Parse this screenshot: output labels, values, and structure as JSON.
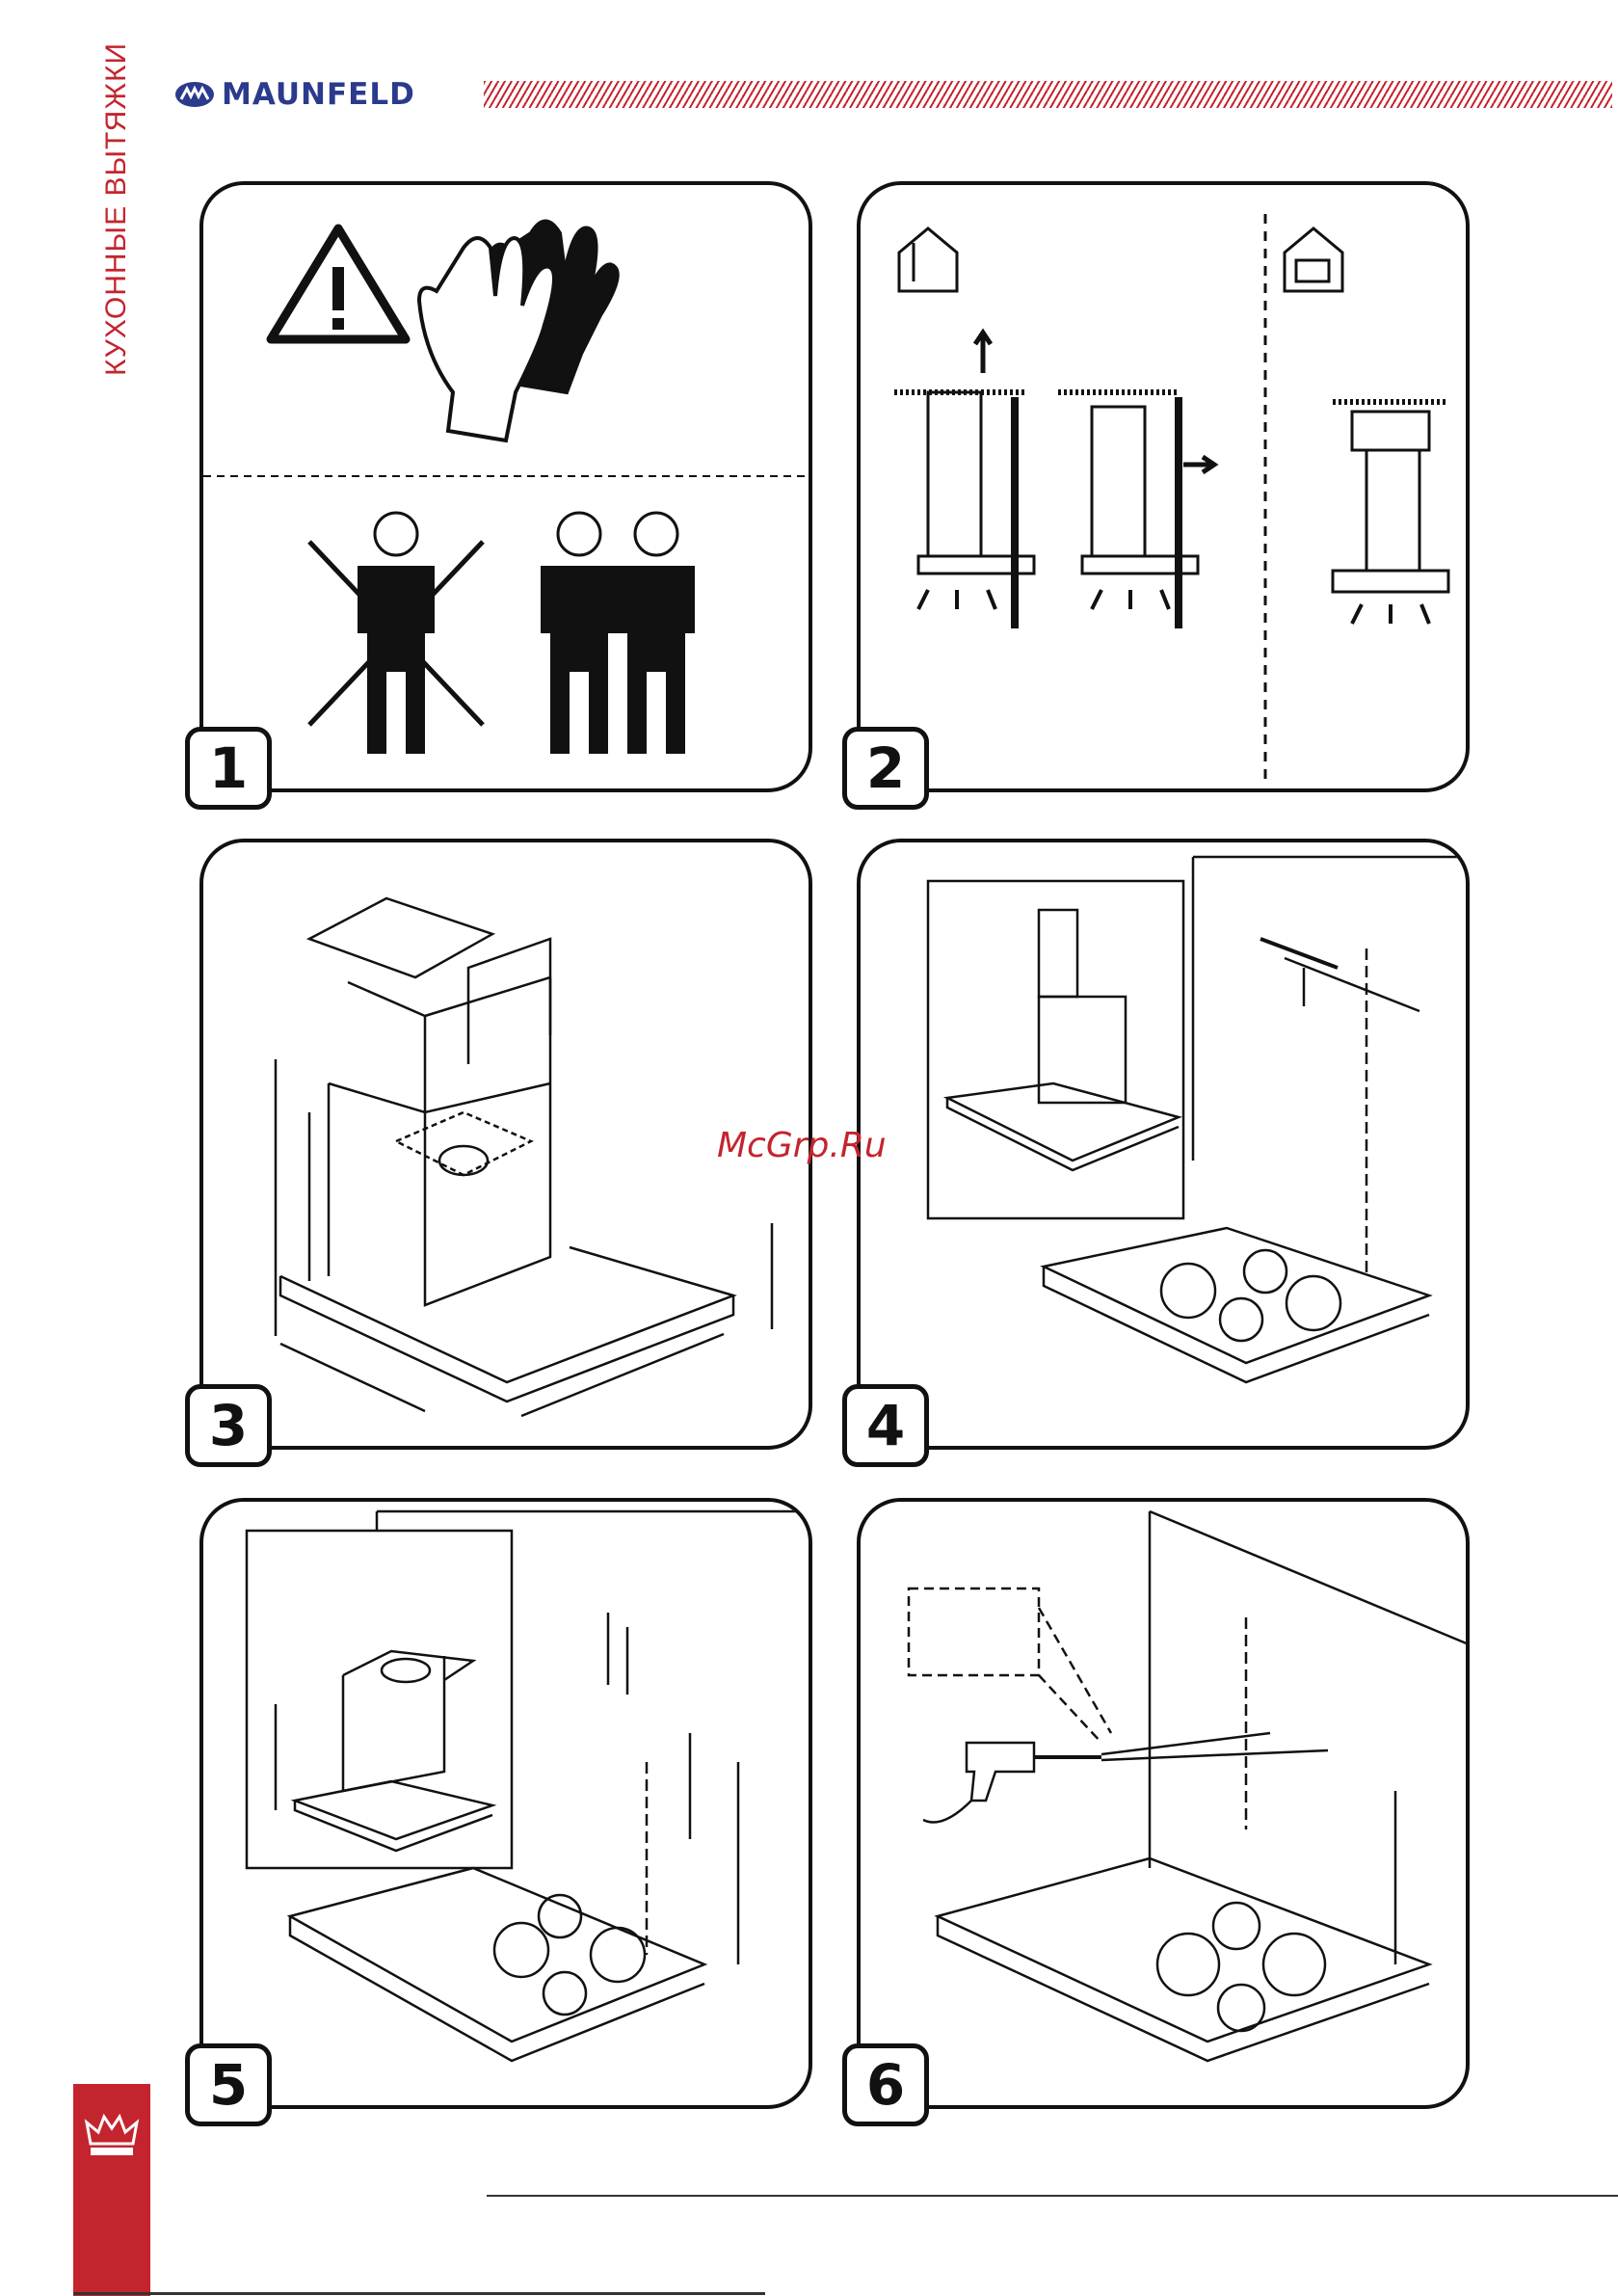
{
  "header": {
    "brand": "MAUNFELD",
    "side_title": "КУХОННЫЕ ВЫТЯЖКИ"
  },
  "watermark": "McGrp.Ru",
  "steps": [
    {
      "number": "1"
    },
    {
      "number": "2"
    },
    {
      "number": "3"
    },
    {
      "number": "4"
    },
    {
      "number": "5"
    },
    {
      "number": "6"
    }
  ],
  "colors": {
    "brand_blue": "#2a3a8c",
    "accent_red": "#c4242e",
    "line": "#111111"
  },
  "icons": [
    "warning-triangle-icon",
    "gloves-icon",
    "person-icon",
    "house-icon",
    "drill-icon",
    "crown-emblem-icon"
  ]
}
